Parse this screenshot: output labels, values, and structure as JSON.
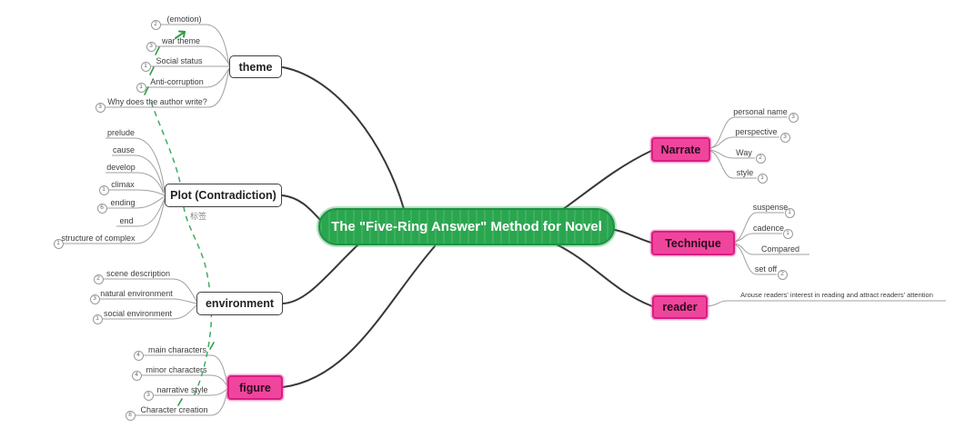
{
  "map": {
    "center": {
      "label": "The \"Five-Ring Answer\" Method for Novel"
    },
    "colors": {
      "center_green": "#2aa64f",
      "branch_pink": "#f0459c",
      "pink_border": "#da1c84",
      "plain_node_border": "#3f3f3f",
      "branch_line": "#383838",
      "sub_line": "#a0a0a0",
      "relationship_green": "#3eac63"
    },
    "left": [
      {
        "label": "theme",
        "style": "plain",
        "children": [
          {
            "label": "(emotion)",
            "badge": "2"
          },
          {
            "label": "war theme",
            "badge": "3"
          },
          {
            "label": "Social status",
            "badge": "1"
          },
          {
            "label": "Anti-corruption",
            "badge": "1"
          },
          {
            "label": "Why does the author write?",
            "badge": "3"
          }
        ]
      },
      {
        "label": "Plot (Contradiction)",
        "style": "plain",
        "note": "标签",
        "children": [
          {
            "label": "prelude"
          },
          {
            "label": "cause"
          },
          {
            "label": "develop"
          },
          {
            "label": "climax",
            "badge": "1"
          },
          {
            "label": "ending",
            "badge": "6"
          },
          {
            "label": "end"
          },
          {
            "label": "structure of complex",
            "badge": "1"
          }
        ]
      },
      {
        "label": "environment",
        "style": "plain",
        "children": [
          {
            "label": "scene description",
            "badge": "2"
          },
          {
            "label": "natural environment",
            "badge": "3"
          },
          {
            "label": "social environment",
            "badge": "1"
          }
        ]
      },
      {
        "label": "figure",
        "style": "pink",
        "children": [
          {
            "label": "main characters",
            "badge": "4"
          },
          {
            "label": "minor characters",
            "badge": "4"
          },
          {
            "label": "narrative style",
            "badge": "3"
          },
          {
            "label": "Character creation",
            "badge": "8"
          }
        ]
      }
    ],
    "right": [
      {
        "label": "Narrate",
        "style": "pink",
        "children": [
          {
            "label": "personal name",
            "badge": "3"
          },
          {
            "label": "perspective",
            "badge": "3"
          },
          {
            "label": "Way",
            "badge": "2"
          },
          {
            "label": "style",
            "badge": "1"
          }
        ]
      },
      {
        "label": "Technique",
        "style": "pink",
        "children": [
          {
            "label": "suspense",
            "badge": "1"
          },
          {
            "label": "cadence",
            "badge": "1"
          },
          {
            "label": "Compared"
          },
          {
            "label": "set off",
            "badge": "2"
          }
        ]
      },
      {
        "label": "reader",
        "style": "pink",
        "children": [
          {
            "label": "Arouse readers' interest in reading and attract readers' attention"
          }
        ]
      }
    ]
  }
}
